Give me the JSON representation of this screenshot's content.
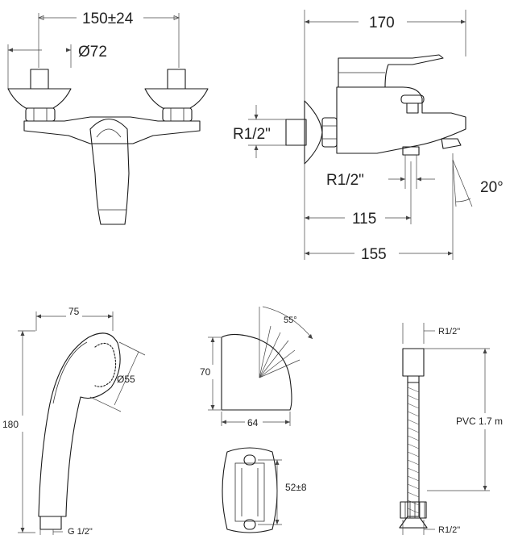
{
  "faucet_front": {
    "dim_centers": "150±24",
    "dim_flange": "Ø72"
  },
  "faucet_side": {
    "dim_height": "170",
    "dim_inlet": "R1/2\"",
    "dim_outlet": "R1/2\"",
    "dim_angle": "20°",
    "dim_depth_inner": "115",
    "dim_depth_outer": "155"
  },
  "hand_shower": {
    "dim_width": "75",
    "dim_head": "Ø55",
    "dim_length": "180",
    "dim_thread": "G 1/2\""
  },
  "holder": {
    "dim_angle": "55°",
    "dim_height": "70",
    "dim_width": "64",
    "dim_spacing": "52±8"
  },
  "hose": {
    "dim_top": "R1/2\"",
    "dim_length": "PVC 1.7 m",
    "dim_bottom": "R1/2\""
  },
  "colors": {
    "line": "#1a1a1a",
    "background": "#ffffff"
  }
}
